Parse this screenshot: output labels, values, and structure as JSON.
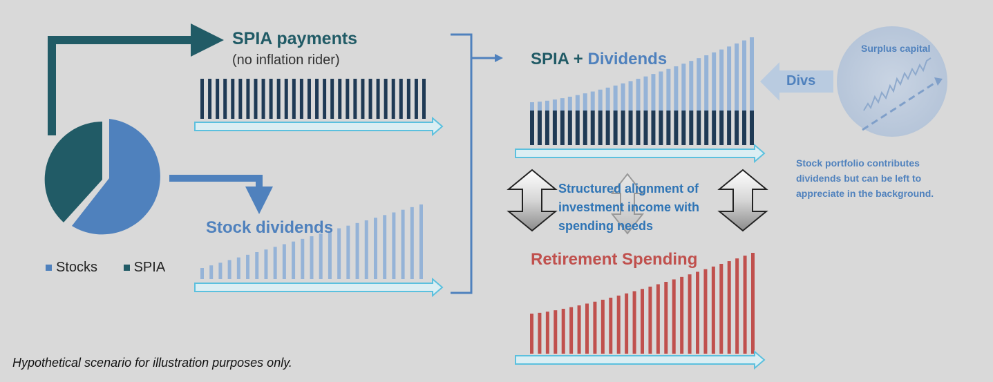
{
  "colors": {
    "background": "#d9d9d9",
    "spia_dark": "#1f3a55",
    "spia_teal": "#215b66",
    "stocks_blue": "#4f81bd",
    "dividend_light": "#95b3d7",
    "spending_red": "#c0504d",
    "cyan_arrow": "#dbeef3",
    "cyan_outline": "#5bc0de"
  },
  "spia": {
    "title": "SPIA payments",
    "subtitle": "(no inflation rider)"
  },
  "stock_dividends": {
    "title": "Stock dividends"
  },
  "combined": {
    "title_part1": "SPIA + ",
    "title_part2": "Dividends"
  },
  "divs_arrow_label": "Divs",
  "surplus": {
    "title": "Surplus capital",
    "note_line1": "Stock portfolio contributes",
    "note_line2": "dividends but can be left to",
    "note_line3": "appreciate in the background."
  },
  "alignment": {
    "line1": "Structured alignment of",
    "line2": "investment income with",
    "line3": "spending needs"
  },
  "spending": {
    "title": "Retirement Spending"
  },
  "legend": {
    "stocks": "Stocks",
    "spia": "SPIA"
  },
  "disclaimer": "Hypothetical scenario for illustration purposes only.",
  "pie": {
    "slices": [
      {
        "label": "Stocks",
        "fraction": 0.61
      },
      {
        "label": "SPIA",
        "fraction": 0.39
      }
    ]
  },
  "series": {
    "spia_bars": 30,
    "dividend_bars": 25,
    "combined_bars": 30,
    "spending_bars": 29
  }
}
